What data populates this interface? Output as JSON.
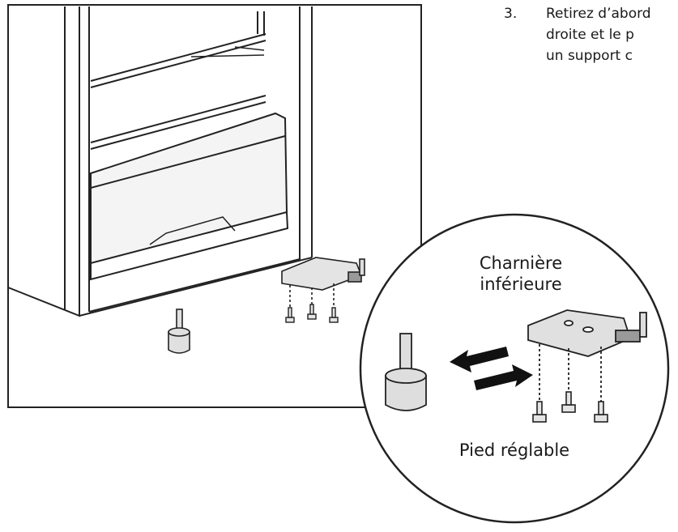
{
  "instruction": {
    "number": "3.",
    "line1": "Retirez d’abord",
    "line2": "droite et le p",
    "line3": "un support c"
  },
  "labels": {
    "hinge_line1": "Charnière",
    "hinge_line2": "inférieure",
    "foot": "Pied réglable"
  },
  "colors": {
    "line": "#222222",
    "part_fill": "#dedede",
    "arrow": "#111111"
  }
}
